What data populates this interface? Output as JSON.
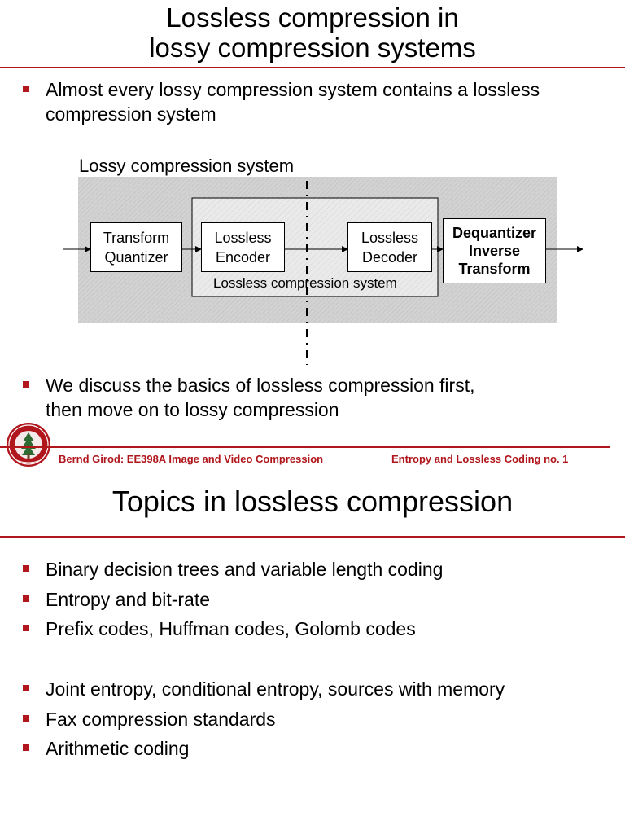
{
  "slide1": {
    "title_line1": "Lossless compression in",
    "title_line2": "lossy compression systems",
    "bullets": [
      {
        "line1": "Almost every lossy compression system contains a lossless",
        "line2": "compression system"
      },
      {
        "line1": "We discuss the basics of lossless compression first,",
        "line2": "then move on to lossy compression"
      }
    ],
    "diagram": {
      "outer_label": "Lossy compression system",
      "inner_label": "Lossless compression system",
      "blocks": [
        {
          "line1": "Transform",
          "line2": "Quantizer"
        },
        {
          "line1": "Lossless",
          "line2": "Encoder"
        },
        {
          "line1": "Lossless",
          "line2": "Decoder"
        },
        {
          "line1": "Dequantizer",
          "line2": "Inverse",
          "line3": "Transform"
        }
      ]
    },
    "footer": {
      "left": "Bernd Girod: EE398A Image and Video Compression",
      "right": "Entropy and Lossless Coding no. 1"
    },
    "logo_icon": "stanford-seal-icon"
  },
  "slide2": {
    "title": "Topics in lossless compression",
    "bullets_group1": [
      "Binary decision trees and variable length coding",
      "Entropy and bit-rate",
      "Prefix codes, Huffman codes, Golomb codes"
    ],
    "bullets_group2": [
      "Joint entropy, conditional entropy, sources with memory",
      "Fax compression standards",
      "Arithmetic coding"
    ]
  },
  "colors": {
    "accent": "#b0161c",
    "outer_box": "#d4d4d4",
    "inner_box": "#e8e8e8"
  }
}
